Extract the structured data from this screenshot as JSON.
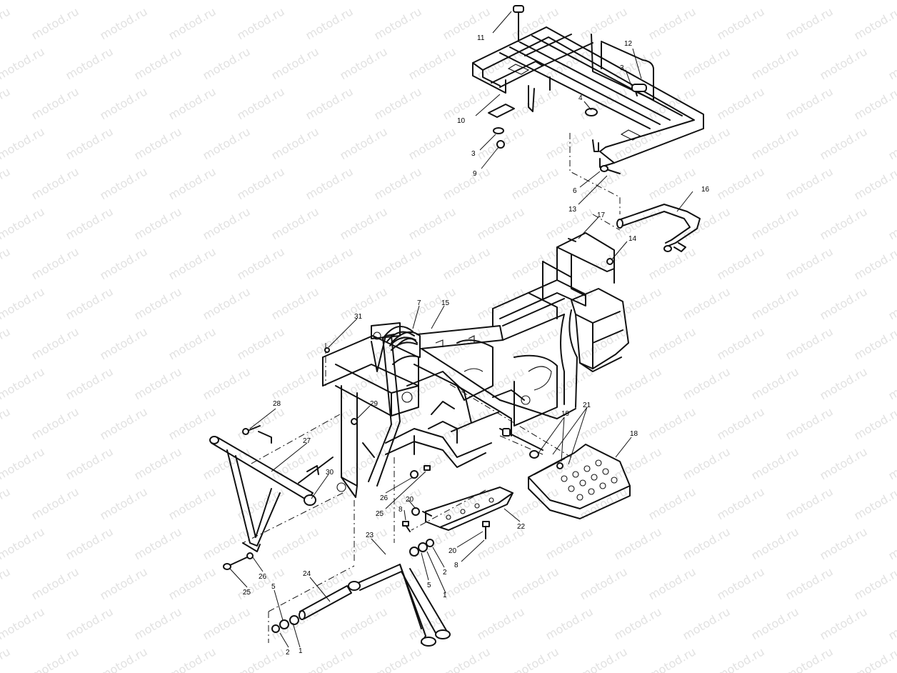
{
  "watermark": "motod.ru",
  "callouts": [
    {
      "key": "c11",
      "text": "11"
    },
    {
      "key": "c12",
      "text": "12"
    },
    {
      "key": "c3a",
      "text": "3"
    },
    {
      "key": "c4",
      "text": "4"
    },
    {
      "key": "c10",
      "text": "10"
    },
    {
      "key": "c3b",
      "text": "3"
    },
    {
      "key": "c9",
      "text": "9"
    },
    {
      "key": "c6",
      "text": "6"
    },
    {
      "key": "c13",
      "text": "13"
    },
    {
      "key": "c16",
      "text": "16"
    },
    {
      "key": "c17",
      "text": "17"
    },
    {
      "key": "c14",
      "text": "14"
    },
    {
      "key": "c31",
      "text": "31"
    },
    {
      "key": "c7",
      "text": "7"
    },
    {
      "key": "c15",
      "text": "15"
    },
    {
      "key": "c28",
      "text": "28"
    },
    {
      "key": "c29",
      "text": "29"
    },
    {
      "key": "c27",
      "text": "27"
    },
    {
      "key": "c19",
      "text": "19"
    },
    {
      "key": "c21",
      "text": "21"
    },
    {
      "key": "c18",
      "text": "18"
    },
    {
      "key": "c30",
      "text": "30"
    },
    {
      "key": "c26a",
      "text": "26"
    },
    {
      "key": "c20a",
      "text": "20"
    },
    {
      "key": "c25a",
      "text": "25"
    },
    {
      "key": "c8a",
      "text": "8"
    },
    {
      "key": "c22",
      "text": "22"
    },
    {
      "key": "c23",
      "text": "23"
    },
    {
      "key": "c20b",
      "text": "20"
    },
    {
      "key": "c8b",
      "text": "8"
    },
    {
      "key": "c2a",
      "text": "2"
    },
    {
      "key": "c5a",
      "text": "5"
    },
    {
      "key": "c1a",
      "text": "1"
    },
    {
      "key": "c26b",
      "text": "26"
    },
    {
      "key": "c25b",
      "text": "25"
    },
    {
      "key": "c24",
      "text": "24"
    },
    {
      "key": "c5b",
      "text": "5"
    },
    {
      "key": "c2b",
      "text": "2"
    },
    {
      "key": "c1b",
      "text": "1"
    }
  ]
}
